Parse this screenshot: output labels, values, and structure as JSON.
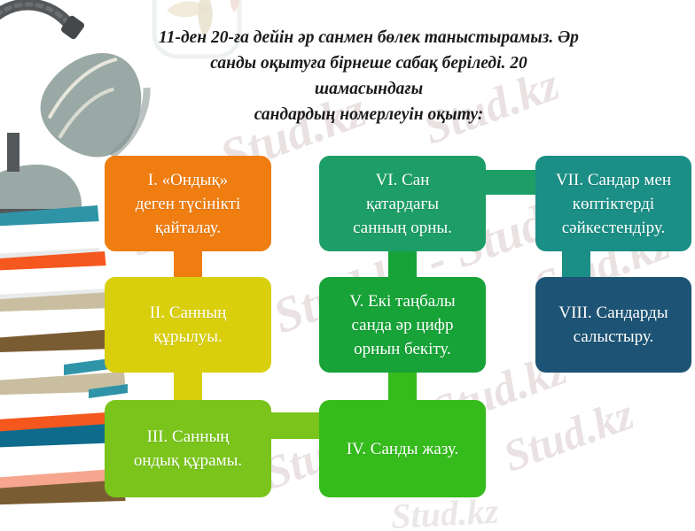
{
  "meta": {
    "watermark_text": "Stud.kz",
    "watermark_text_alt": "Stud.kz - Stud.kz",
    "background": "#ffffff"
  },
  "title": {
    "line1": "11-ден 20-ға дейін әр санмен бөлек таныстырамыз. Әр",
    "line2": "санды оқытуға бірнеше сабақ беріледі. 20 шамасындағы",
    "line3": "сандардың номерлеуін оқыту:",
    "color": "#1b1b1b"
  },
  "illustration": {
    "lamp_name": "desk-lamp",
    "books_name": "book-stack",
    "lamp_shade_color": "#9aa9a5",
    "lamp_arm_color": "#55585a",
    "book_colors": [
      "#2f94a8",
      "#f4581f",
      "#c9bfa0",
      "#7a5c32",
      "#0f6b8c",
      "#f6a68e"
    ]
  },
  "flow": {
    "steps": [
      {
        "id": "step-1",
        "label": "I. «Ондық» деген түсінікті қайталау.",
        "lines": [
          "I. «Ондық»",
          "деген түсінікті",
          "қайталау."
        ],
        "color": "#ef7d10",
        "column": 1,
        "row": 1
      },
      {
        "id": "step-2",
        "label": "II. Санның құрылуы.",
        "lines": [
          "II. Санның",
          "құрылуы."
        ],
        "color": "#d9cf0c",
        "column": 1,
        "row": 2
      },
      {
        "id": "step-3",
        "label": "III. Санның ондық құрамы.",
        "lines": [
          "III. Санның",
          "ондық құрамы."
        ],
        "color": "#7ac41b",
        "column": 1,
        "row": 3
      },
      {
        "id": "step-4",
        "label": "IV. Санды жазу.",
        "lines": [
          "IV. Санды жазу."
        ],
        "color": "#35bb1c",
        "column": 2,
        "row": 3
      },
      {
        "id": "step-5",
        "label": "V. Екі таңбалы санда әр цифр орнын бекіту.",
        "lines": [
          "V. Екі таңбалы",
          "санда әр цифр",
          "орнын бекіту."
        ],
        "color": "#17a338",
        "column": 2,
        "row": 2
      },
      {
        "id": "step-6",
        "label": "VI. Сан қатардағы санның орны.",
        "lines": [
          "VI. Сан",
          "қатардағы",
          "санның орны."
        ],
        "color": "#1d9e66",
        "column": 2,
        "row": 1
      },
      {
        "id": "step-7",
        "label": "VII. Сандар мен көптіктерді сәйкестендіру.",
        "lines": [
          "VII. Сандар мен",
          "көптіктерді",
          "сәйкестендіру."
        ],
        "color": "#1b8e85",
        "column": 3,
        "row": 1
      },
      {
        "id": "step-8",
        "label": "VIII. Сандарды салыстыру.",
        "lines": [
          "VIII. Сандарды",
          "салыстыру."
        ],
        "color": "#1d5475",
        "column": 3,
        "row": 2
      }
    ],
    "connectors": [
      {
        "id": "conn-1-2",
        "from": "step-1",
        "to": "step-2",
        "orientation": "vertical",
        "color": "#ef7d10"
      },
      {
        "id": "conn-2-3",
        "from": "step-2",
        "to": "step-3",
        "orientation": "vertical",
        "color": "#d9cf0c"
      },
      {
        "id": "conn-3-4",
        "from": "step-3",
        "to": "step-4",
        "orientation": "horizontal",
        "color": "#7ac41b"
      },
      {
        "id": "conn-4-5",
        "from": "step-4",
        "to": "step-5",
        "orientation": "vertical",
        "color": "#35bb1c"
      },
      {
        "id": "conn-5-6",
        "from": "step-5",
        "to": "step-6",
        "orientation": "vertical",
        "color": "#17a338"
      },
      {
        "id": "conn-6-7",
        "from": "step-6",
        "to": "step-7",
        "orientation": "horizontal",
        "color": "#1d9e66"
      },
      {
        "id": "conn-7-8",
        "from": "step-7",
        "to": "step-8",
        "orientation": "vertical",
        "color": "#1b8e85"
      }
    ]
  }
}
